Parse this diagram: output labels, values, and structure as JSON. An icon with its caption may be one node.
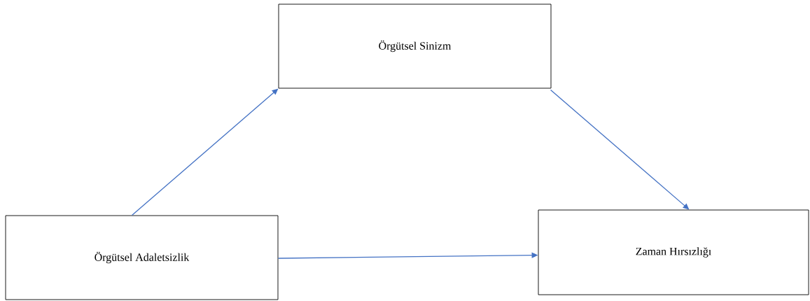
{
  "diagram": {
    "nodes": [
      {
        "text": [
          "Örgütsel Sinizm"
        ]
      },
      {
        "text": [
          "Örgütsel Adaletsizlik"
        ]
      },
      {
        "text": [
          "Zaman Hırsızlığı"
        ]
      }
    ],
    "edges": [
      {
        "from": 1,
        "to": 0,
        "arrow": "to"
      },
      {
        "from": 0,
        "to": 2,
        "arrow": "to"
      },
      {
        "from": 1,
        "to": 2,
        "arrow": "to"
      }
    ]
  }
}
